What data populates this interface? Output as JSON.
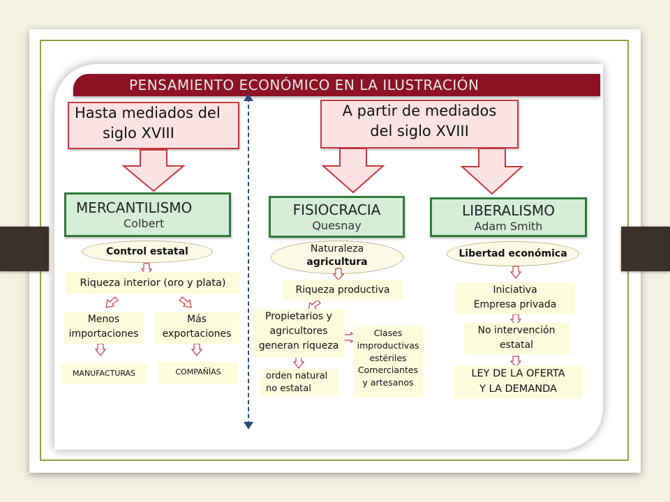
{
  "title": "PENSAMIENTO ECONÓMICO EN LA ILUSTRACIÓN",
  "periods": {
    "left": {
      "line1": "Hasta mediados del",
      "line2": "siglo XVIII"
    },
    "right": {
      "line1": "A partir de mediados",
      "line2": "del siglo XVIII"
    }
  },
  "doctrines": {
    "mercantilismo": {
      "name": "MERCANTILISMO",
      "author": "Colbert",
      "principle": "Control estatal",
      "wealth": "Riqueza interior (oro y plata)",
      "branch_a": {
        "line1": "Menos",
        "line2": "importaciones",
        "result": "MANUFACTURAS"
      },
      "branch_b": {
        "line1": "Más",
        "line2": "exportaciones",
        "result": "COMPAÑÍAS"
      }
    },
    "fisiocracia": {
      "name": "FISIOCRACIA",
      "author": "Quesnay",
      "principle_line1": "Naturaleza",
      "principle_line2": "agricultura",
      "wealth": "Riqueza productiva",
      "producers": {
        "line1": "Propietarios y",
        "line2": "agricultores",
        "line3": "generan riqueza"
      },
      "order": {
        "line1": "orden natural",
        "line2": "no estatal"
      },
      "sterile": {
        "line1": "Clases",
        "line2": "improductivas",
        "line3": "estériles",
        "line4": "Comerciantes",
        "line5": "y artesanos"
      }
    },
    "liberalismo": {
      "name": "LIBERALISMO",
      "author": "Adam Smith",
      "principle": "Libertad económica",
      "initiative": {
        "line1": "Iniciativa",
        "line2": "Empresa privada"
      },
      "nonintervention": {
        "line1": "No intervención",
        "line2": "estatal"
      },
      "law": {
        "line1": "LEY DE LA OFERTA",
        "line2": "Y LA DEMANDA"
      }
    }
  },
  "colors": {
    "title_bar": "#8d1224",
    "pink_fill": "#fbe3e3",
    "pink_border": "#c63840",
    "green_fill": "#d5eed8",
    "green_border": "#2f7a3a",
    "note_fill": "#fcfbdc",
    "frame_green": "#8fa043"
  }
}
